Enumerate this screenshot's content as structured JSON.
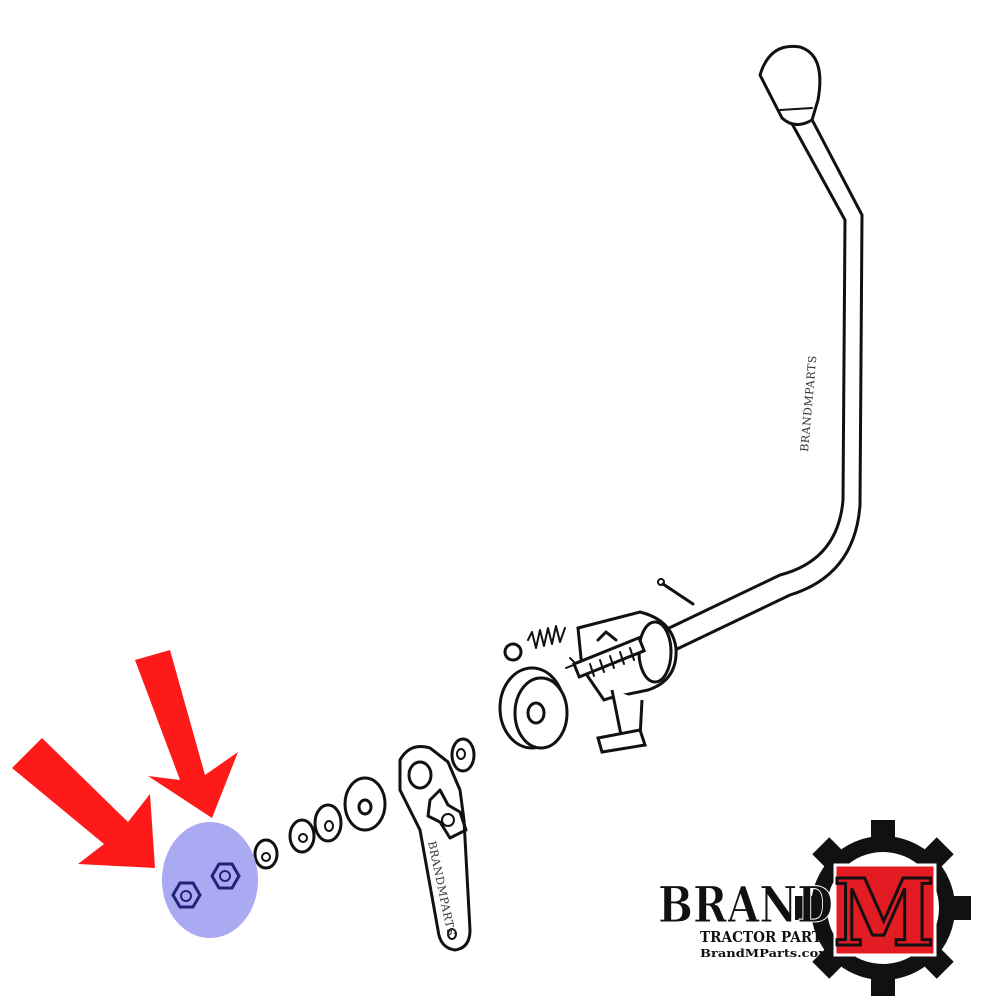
{
  "watermark": {
    "lever_text": "BRANDMPARTS",
    "arm_text": "BRANDMPARTS"
  },
  "logo": {
    "brand_word": "BRAND",
    "brand_letter": "M",
    "tagline": "TRACTOR PARTS",
    "url": "BrandMParts.com",
    "colors": {
      "red": "#e31b23",
      "black": "#111111",
      "white": "#ffffff"
    }
  },
  "highlight": {
    "color": "#aaaaf2",
    "arrow_color": "#ff1a1a"
  }
}
